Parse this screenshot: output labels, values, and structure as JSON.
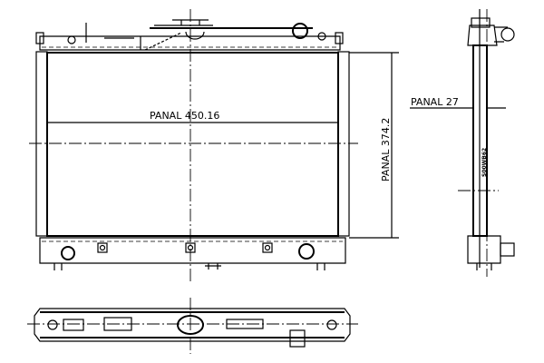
{
  "drawing": {
    "width_label": "PANAL 450.16",
    "height_label": "PANAL 374.2",
    "depth_label": "PANAL 27",
    "side_part_code": "S00WB62"
  }
}
